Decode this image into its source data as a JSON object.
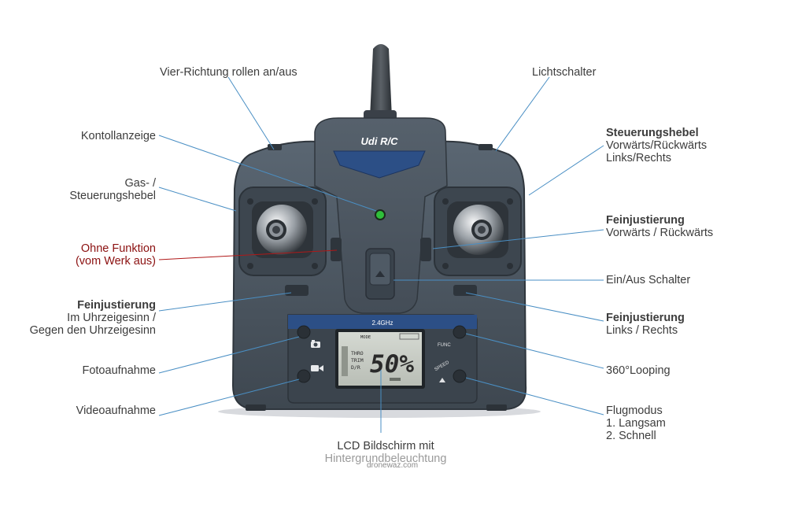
{
  "brand": "Udi R/C",
  "lcd": {
    "frequency": "2.4GHz",
    "mode_label": "MODE",
    "thro_label": "THRO",
    "trim_label": "TRIM",
    "dr_label": "D/R",
    "percent": "50%"
  },
  "buttons": {
    "func": "FUNC",
    "speed": "SPEED"
  },
  "labels": {
    "vier_richtung": "Vier-Richtung rollen an/aus",
    "licht": "Lichtschalter",
    "kontroll": "Kontollanzeige",
    "gas_1": "Gas- /",
    "gas_2": "Steuerungshebel",
    "ohne_1": "Ohne Funktion",
    "ohne_2": "(vom Werk aus)",
    "fein_left_1": "Feinjustierung",
    "fein_left_2": "Im Uhrzeigesinn /",
    "fein_left_3": "Gegen den Uhrzeigesinn",
    "foto": "Fotoaufnahme",
    "video": "Videoaufnahme",
    "steuer_right_1": "Steuerungshebel",
    "steuer_right_2": "Vorwärts/Rückwärts",
    "steuer_right_3": "Links/Rechts",
    "fein_vr_1": "Feinjustierung",
    "fein_vr_2": "Vorwärts / Rückwärts",
    "einaus": "Ein/Aus Schalter",
    "fein_lr_1": "Feinjustierung",
    "fein_lr_2": "Links / Rechts",
    "looping": "360°Looping",
    "flug_1": "Flugmodus",
    "flug_2": "1. Langsam",
    "flug_3": "2. Schnell",
    "lcd_1": "LCD Bildschirm mit",
    "lcd_2": "Hintergrundbeleuchtung"
  },
  "watermark": "dronewaz.com",
  "colors": {
    "body": "#4a5560",
    "accent_blue": "#2c4f86",
    "led_green": "#2fbf3a",
    "lcd_screen": "#c9cdc6",
    "leader_line": "#4a8fc4",
    "red_line": "#b01818"
  }
}
